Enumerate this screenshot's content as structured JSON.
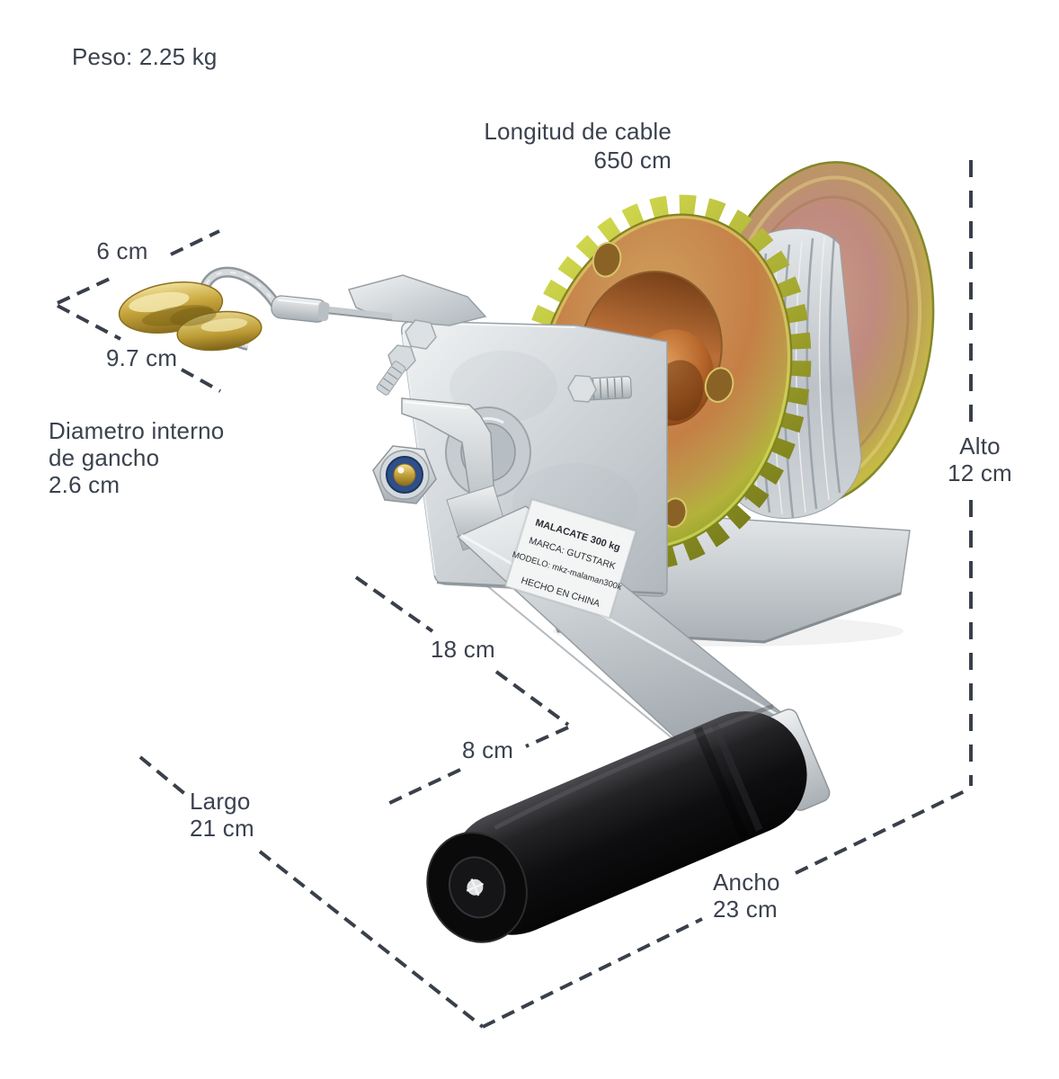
{
  "annotations": {
    "weight": "Peso: 2.25 kg",
    "cable_length_label": "Longitud de cable",
    "cable_length_value": "650 cm",
    "hook_width": "6 cm",
    "hook_length": "9.7 cm",
    "hook_diameter_line1": "Diametro interno",
    "hook_diameter_line2": "de gancho",
    "hook_diameter_line3": "2.6 cm",
    "frame_length": "18 cm",
    "handle_offset": "8 cm",
    "length_label": "Largo",
    "length_value": "21 cm",
    "width_label": "Ancho",
    "width_value": "23 cm",
    "height_label": "Alto",
    "height_value": "12 cm"
  },
  "sticker": {
    "line1": "MALACATE 300 kg",
    "line2": "MARCA: GUTSTARK",
    "line3": "MODELO: mkz-malaman300k",
    "line4": "HECHO EN CHINA"
  },
  "colors": {
    "annotation_text": "#3b424e",
    "dashed_line": "#39404a",
    "zinc_gold_gear": "#c2a84a",
    "bronze_center": "#c57f46",
    "steel_cable": "#cdd2d6",
    "frame_silver": "#cfd4d8",
    "handle_black": "#121214",
    "hook_brass": "#c9a73e",
    "background": "#ffffff"
  }
}
